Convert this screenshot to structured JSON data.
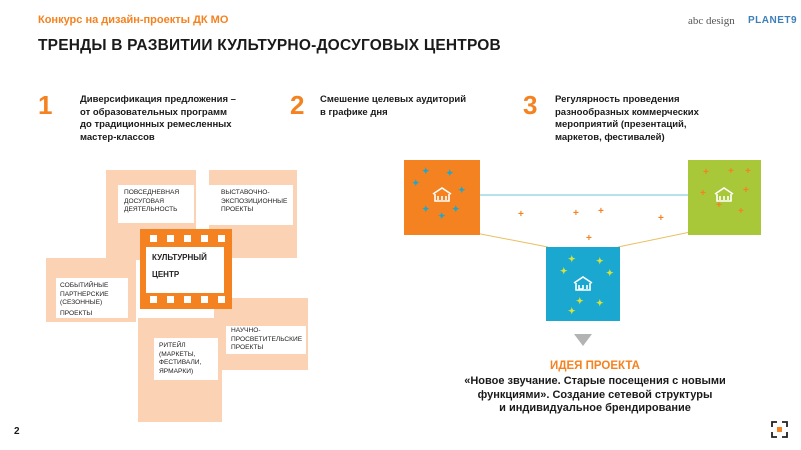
{
  "header": {
    "subtitle": "Конкурс на дизайн-проекты ДК МО",
    "brand_abc": "abc design",
    "brand_planet": "PLANET9",
    "title": "ТРЕНДЫ В РАЗВИТИИ КУЛЬТУРНО-ДОСУГОВЫХ ЦЕНТРОВ"
  },
  "trends": [
    {
      "number": "1",
      "lines": [
        "Диверсификация предложения –",
        "от образовательных программ",
        "до традиционных ремесленных",
        "мастер-классов"
      ]
    },
    {
      "number": "2",
      "lines": [
        "Смешение целевых аудиторий",
        "в графике дня"
      ]
    },
    {
      "number": "3",
      "lines": [
        "Регулярность проведения",
        "разнообразных коммерческих",
        "мероприятий (презентаций,",
        "маркетов, фестивалей)"
      ]
    }
  ],
  "diagram": {
    "center": [
      "КУЛЬТУРНЫЙ",
      "ЦЕНТР"
    ],
    "daily": [
      "ПОВСЕДНЕВНАЯ",
      "ДОСУГОВАЯ",
      "ДЕЯТЕЛЬНОСТЬ"
    ],
    "expo": [
      "ВЫСТАВОЧНО-",
      "ЭКСПОЗИЦИОННЫЕ",
      "ПРОЕКТЫ"
    ],
    "event": [
      "СОБЫТИЙНЫЕ",
      "ПАРТНЕРСКИЕ",
      "(СЕЗОННЫЕ)",
      "ПРОЕКТЫ"
    ],
    "educ": [
      "НАУЧНО-",
      "ПРОСВЕТИТЕЛЬСКИЕ",
      "ПРОЕКТЫ"
    ],
    "retail": [
      "РИТЕЙЛ",
      "(МАРКЕТЫ,",
      "ФЕСТИВАЛИ,",
      "ЯРМАРКИ)"
    ]
  },
  "network": {
    "colors": {
      "left": "#f58220",
      "right": "#a8c83a",
      "bottom": "#1ba8d0",
      "accent": "#f58220"
    }
  },
  "idea": {
    "heading": "ИДЕЯ ПРОЕКТА",
    "lines": [
      "«Новое звучание. Старые посещения с новыми",
      "функциями». Создание сетевой структуры",
      "и индивидуальное брендирование"
    ]
  },
  "footer": {
    "page": "2",
    "logo_icon": "planet9-corner-logo-icon"
  }
}
